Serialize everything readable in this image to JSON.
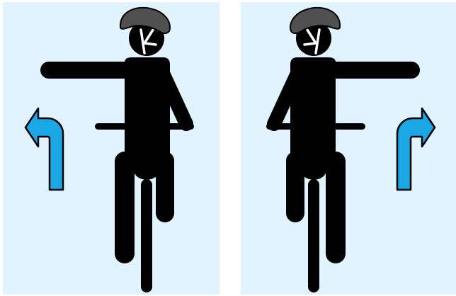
{
  "colors": {
    "panel_background": "#e0f3ff",
    "figure": "#000000",
    "helmet": "#505050",
    "helmet_strap": "#ffffff",
    "arrow_fill": "#1aa7e6",
    "arrow_stroke": "#000000"
  },
  "panels": [
    {
      "signal": "left-turn",
      "arrow_direction": "left",
      "arm_extended": "left",
      "icons": [
        "cyclist-rear-view-icon",
        "helmet-icon",
        "arrow-left-turn-icon"
      ]
    },
    {
      "signal": "right-turn",
      "arrow_direction": "right",
      "arm_extended": "right",
      "icons": [
        "cyclist-rear-view-icon",
        "helmet-icon",
        "arrow-right-turn-icon"
      ]
    }
  ]
}
